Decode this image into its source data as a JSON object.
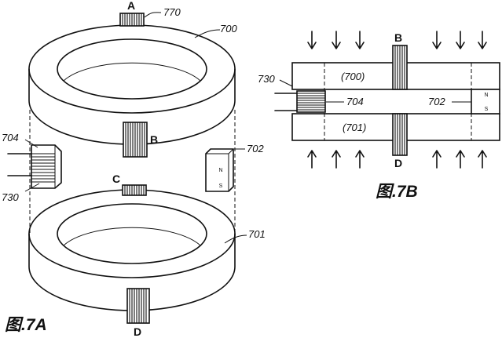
{
  "fig7a": {
    "caption": "图.7A",
    "ring_upper": "700",
    "ring_lower": "701",
    "coil_a": "770",
    "left_coil": "704",
    "left_wire": "730",
    "magnet": "702",
    "pole_n": "N",
    "pole_s": "S",
    "point_a": "A",
    "point_b": "B",
    "point_c": "C",
    "point_d": "D"
  },
  "fig7b": {
    "caption": "图.7B",
    "ring_upper": "(700)",
    "ring_lower": "(701)",
    "coil": "704",
    "wire": "730",
    "magnet": "702",
    "pole_n": "N",
    "pole_s": "S",
    "point_b": "B",
    "point_d": "D"
  }
}
